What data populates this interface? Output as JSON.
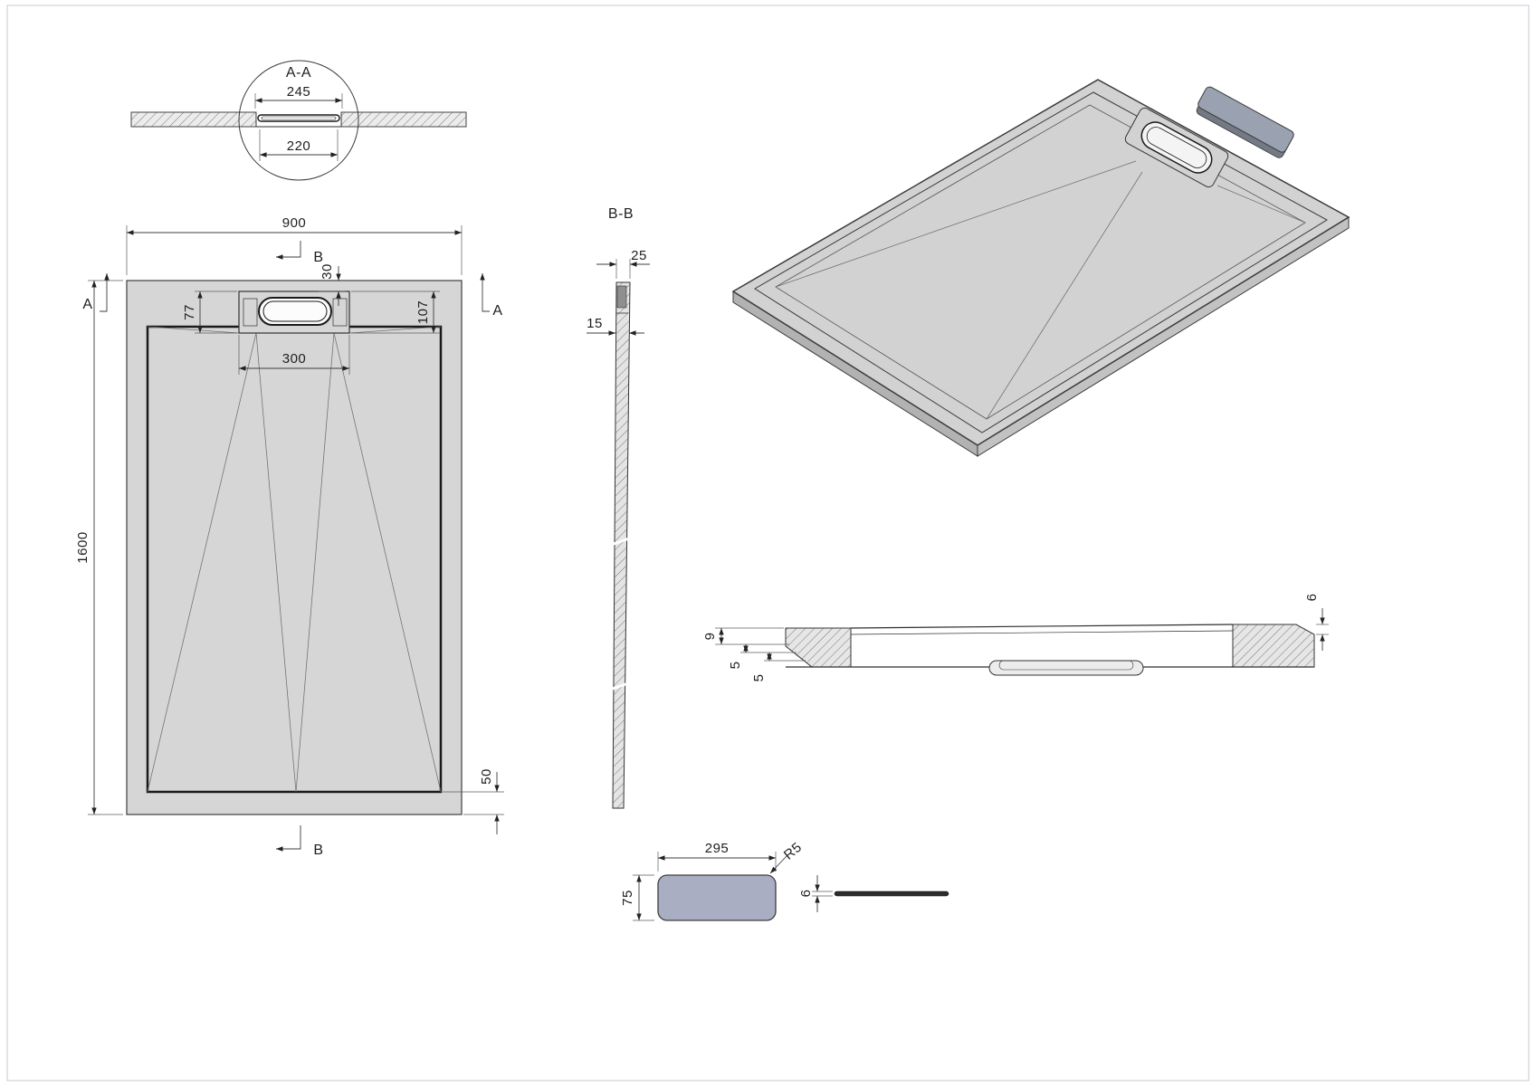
{
  "detail_aa": {
    "label": "A-A",
    "dim_outer": "245",
    "dim_inner": "220"
  },
  "plan": {
    "dim_width": "900",
    "dim_length": "1600",
    "dim_left_offset": "77",
    "dim_top_offset": "30",
    "dim_right_offset": "107",
    "dim_drain": "300",
    "dim_bottom": "50",
    "label_a_left": "A",
    "label_a_right": "A",
    "label_b_top": "B",
    "label_b_bottom": "B"
  },
  "section_bb": {
    "label": "B-B",
    "dim_top": "25",
    "dim_wall": "15"
  },
  "side_section": {
    "dim_lip": "6",
    "dim_edge": "9",
    "dim_step_a": "5",
    "dim_step_b": "5"
  },
  "cover": {
    "dim_length": "295",
    "dim_width": "75",
    "dim_radius": "R5",
    "dim_thickness": "6"
  },
  "colors": {
    "tray_fill": "#d6d6d6",
    "cover_fill": "#a9aec2",
    "line": "#2f2f2f"
  }
}
